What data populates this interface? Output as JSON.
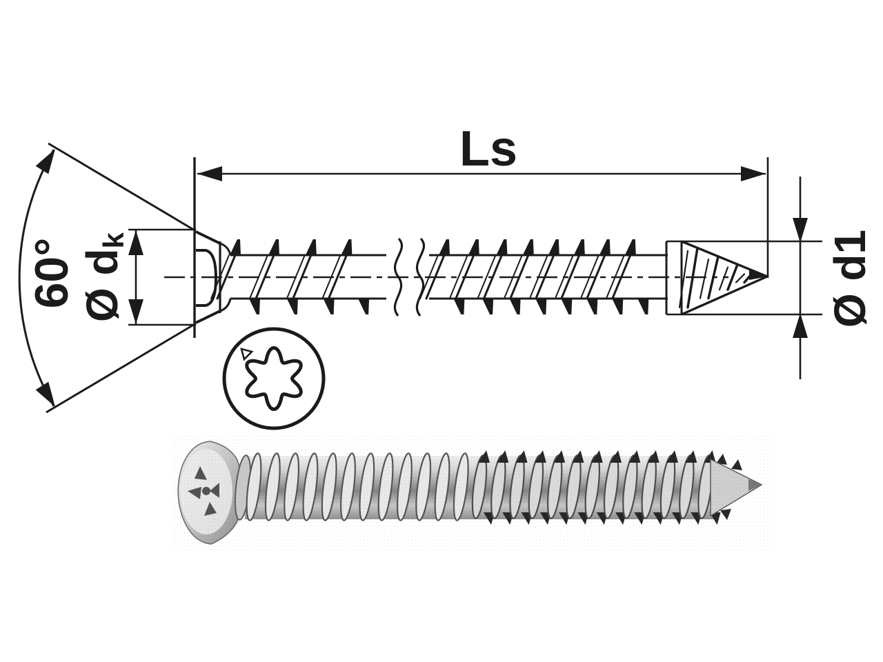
{
  "diagram": {
    "labels": {
      "screw_length": "Ls",
      "head_angle": "60°",
      "head_diameter_prefix": "Ø d",
      "head_diameter_subscript": "k",
      "core_diameter": "Ø d1"
    },
    "colors": {
      "ink": "#1b1b1b",
      "background": "#ffffff",
      "photo_light": "#ececec",
      "photo_mid": "#b8b8b8",
      "photo_dark": "#2e2e2e"
    }
  }
}
